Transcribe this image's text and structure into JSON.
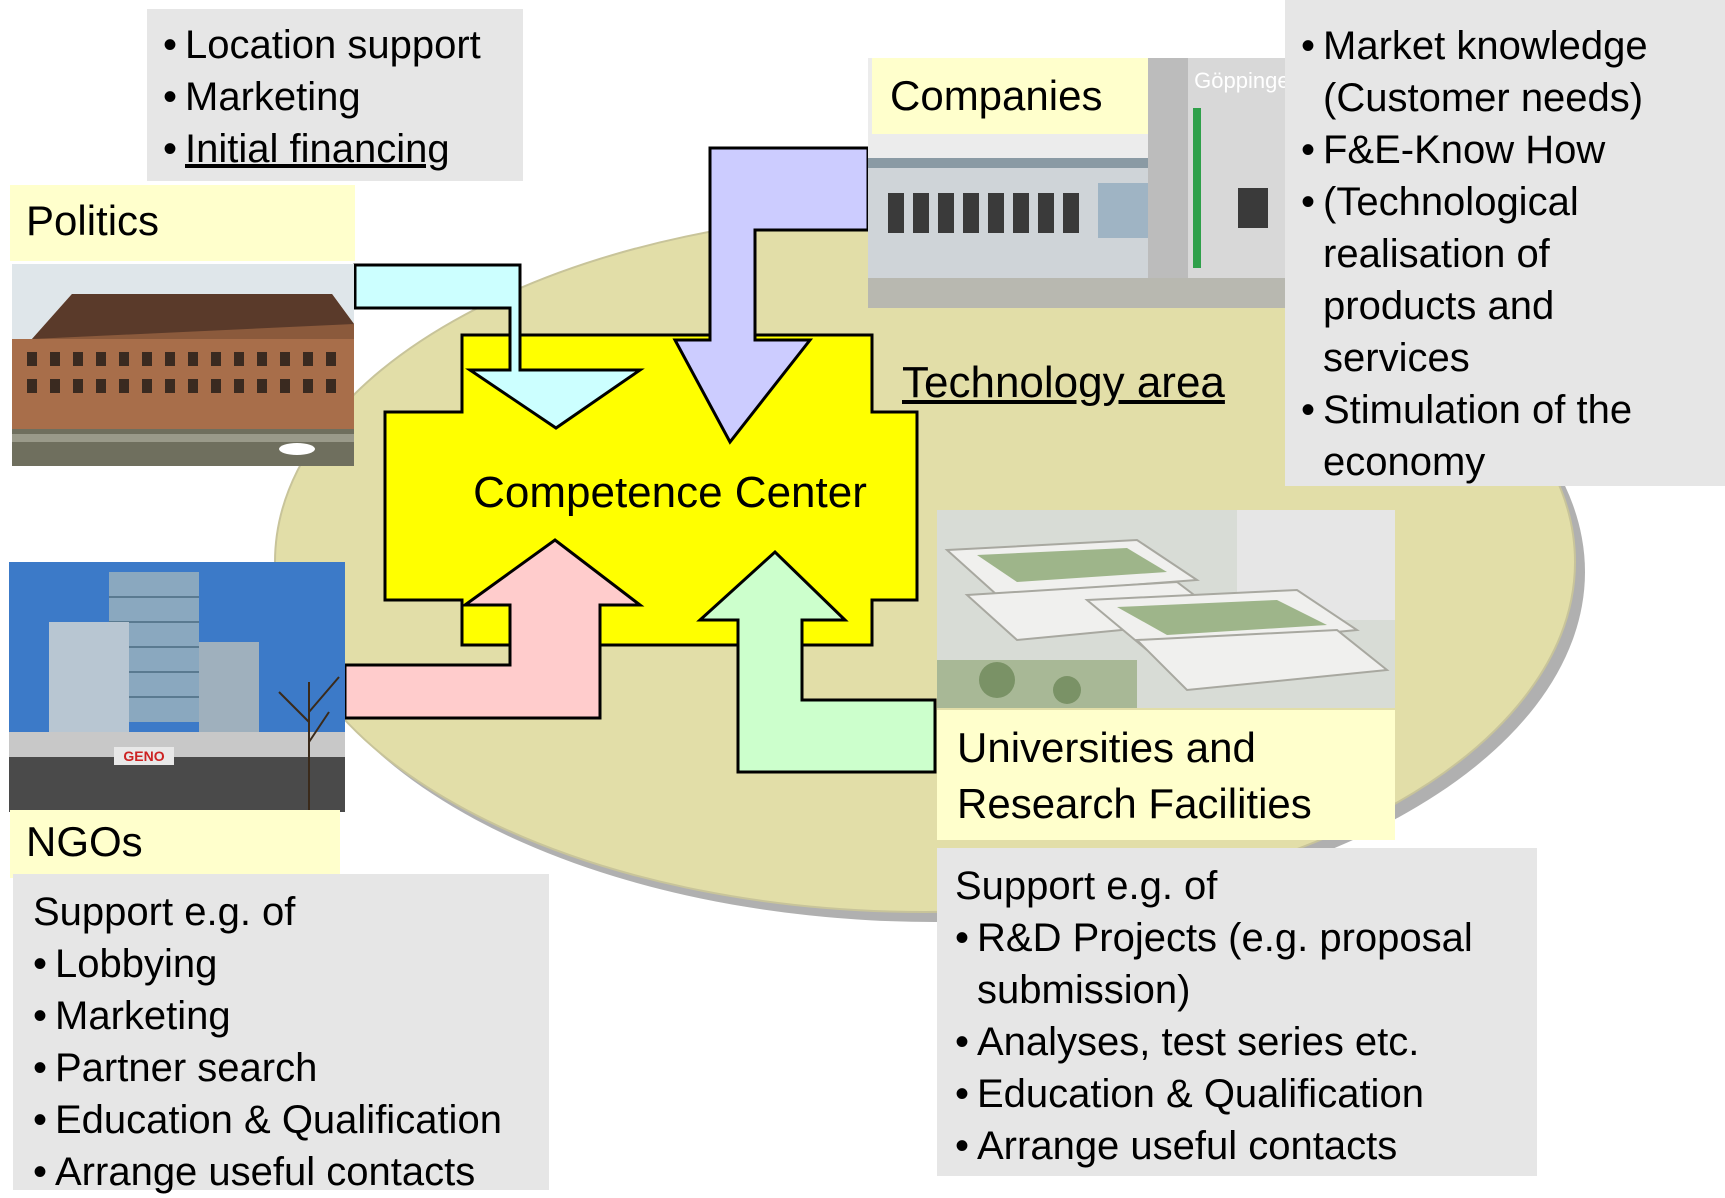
{
  "center": {
    "label": "Competence Center"
  },
  "area": {
    "label": "Technology area"
  },
  "politics": {
    "label": "Politics",
    "items": [
      "Location support",
      "Marketing",
      "Initial financing"
    ]
  },
  "companies": {
    "label": "Companies",
    "photo_sign": "Göppingen",
    "items": [
      [
        "Market knowledge",
        "(Customer needs)"
      ],
      [
        "F&E-Know How"
      ],
      [
        "(Technological",
        "realisation of",
        "products and",
        "services"
      ],
      [
        "Stimulation of the",
        "economy"
      ]
    ]
  },
  "ngos": {
    "label": "NGOs",
    "photo_sign": "GENO",
    "intro": "Support e.g. of",
    "items": [
      "Lobbying",
      "Marketing",
      "Partner search",
      "Education & Qualification",
      "Arrange useful contacts"
    ]
  },
  "universities": {
    "label_line1": "Universities and",
    "label_line2": "Research Facilities",
    "intro": "Support e.g. of",
    "items": [
      [
        "R&D Projects (e.g. proposal",
        "submission)"
      ],
      [
        "Analyses, test series etc."
      ],
      [
        "Education & Qualification"
      ],
      [
        "Arrange useful contacts"
      ]
    ]
  },
  "colors": {
    "center_fill": "#ffff00",
    "ellipse_fill": "#e2dea8",
    "arrow_politics": "#ccffff",
    "arrow_companies": "#ccccff",
    "arrow_ngos": "#ffcccc",
    "arrow_universities": "#ccffcc",
    "label_bg": "#ffffcc",
    "box_bg": "#e6e6e6"
  }
}
